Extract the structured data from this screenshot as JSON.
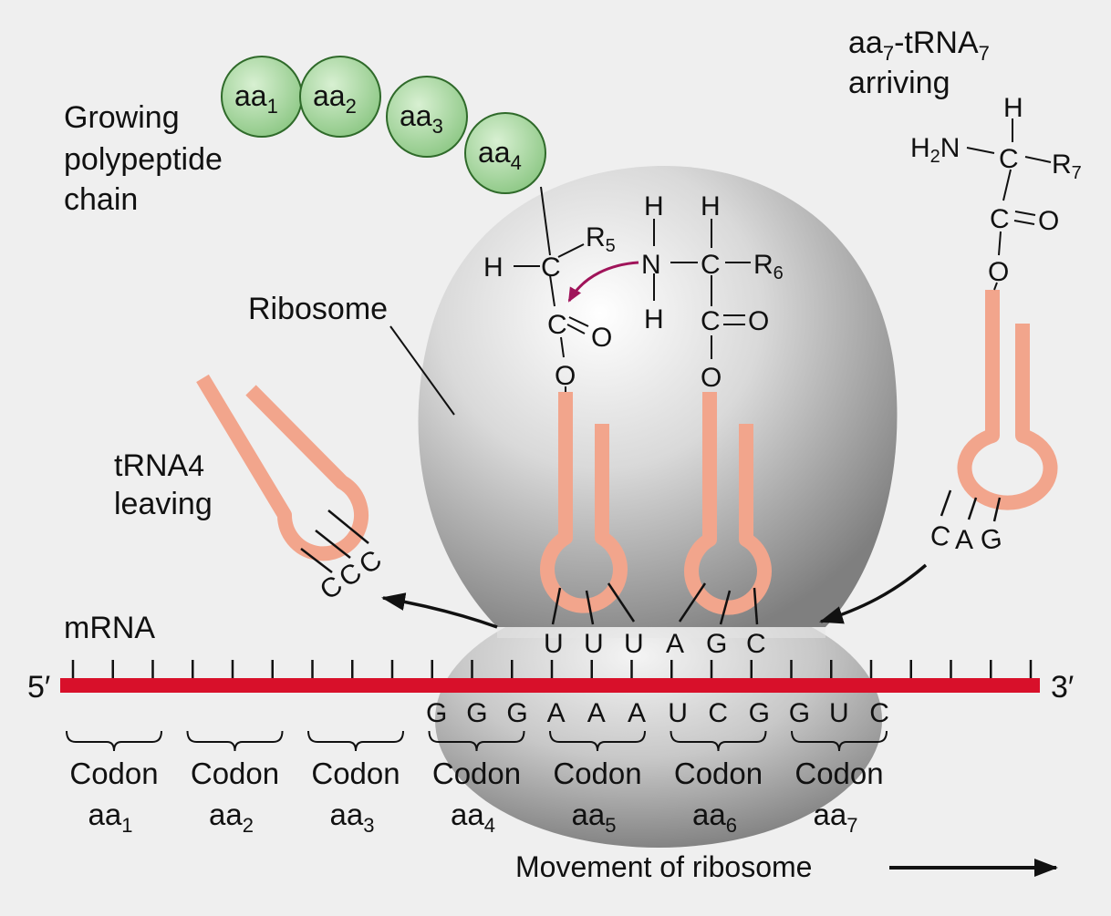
{
  "labels": {
    "growing_chain": [
      "Growing",
      "polypeptide",
      "chain"
    ],
    "ribosome": "Ribosome",
    "trna_leaving": [
      "tRNA",
      "4",
      "leaving"
    ],
    "trna_arriving": [
      "aa",
      "7",
      "-tRNA",
      "7",
      "arriving"
    ],
    "mrna": "mRNA",
    "five_prime": "5′",
    "three_prime": "3′",
    "movement": "Movement of ribosome"
  },
  "amino_acid_chain": [
    {
      "base": "aa",
      "sub": "1"
    },
    {
      "base": "aa",
      "sub": "2"
    },
    {
      "base": "aa",
      "sub": "3"
    },
    {
      "base": "aa",
      "sub": "4"
    }
  ],
  "chem_left": {
    "h": "H",
    "c": "C",
    "r": "R",
    "r_sub": "5",
    "o_double": "O",
    "o_link": "O"
  },
  "chem_middle": {
    "n": "N",
    "h_top": "H",
    "h_bottom": "H",
    "c": "C",
    "h_c": "H",
    "r": "R",
    "r_sub": "6",
    "o_double": "O",
    "o_link": "O"
  },
  "chem_arriving": {
    "h2n": "H",
    "h2n_sub": "2",
    "n": "N",
    "h": "H",
    "c": "C",
    "r": "R",
    "r_sub": "7",
    "c2": "C",
    "o_double": "O",
    "o_link": "O"
  },
  "anticodons": {
    "leaving": [
      "C",
      "C",
      "C"
    ],
    "p_site": [
      "U",
      "U",
      "U"
    ],
    "a_site": [
      "A",
      "G",
      "C"
    ],
    "arriving": [
      "C",
      "A",
      "G"
    ]
  },
  "codon_bases": [
    "G",
    "G",
    "G",
    "A",
    "A",
    "A",
    "U",
    "C",
    "G",
    "G",
    "U",
    "C"
  ],
  "codons": [
    {
      "label": "Codon",
      "base": "aa",
      "sub": "1"
    },
    {
      "label": "Codon",
      "base": "aa",
      "sub": "2"
    },
    {
      "label": "Codon",
      "base": "aa",
      "sub": "3"
    },
    {
      "label": "Codon",
      "base": "aa",
      "sub": "4"
    },
    {
      "label": "Codon",
      "base": "aa",
      "sub": "5"
    },
    {
      "label": "Codon",
      "base": "aa",
      "sub": "6"
    },
    {
      "label": "Codon",
      "base": "aa",
      "sub": "7"
    }
  ],
  "colors": {
    "background": "#efefef",
    "mrna": "#d8102a",
    "trna": "#f2a58c",
    "amino_acid_fill": "#a8d8a2",
    "amino_acid_stroke": "#2f6a2a",
    "ribosome": "#c9c9c9",
    "bond_arrow": "#a0145a"
  }
}
